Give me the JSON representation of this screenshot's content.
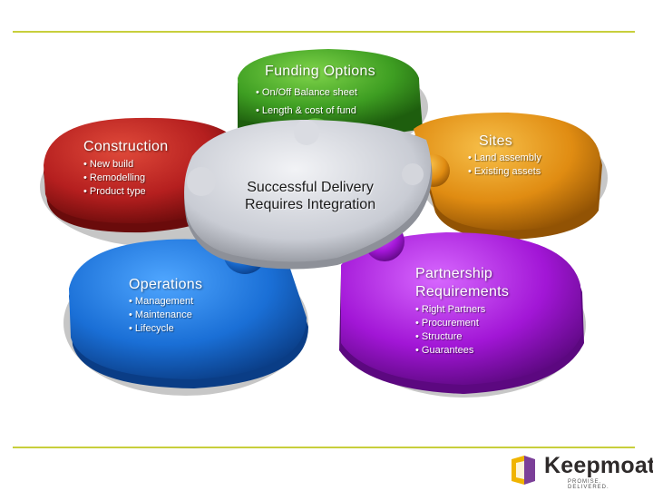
{
  "colors": {
    "rule": "#c8cf3c",
    "funding": "#3e9e22",
    "construction": "#b51f1f",
    "sites": "#e08c12",
    "operations": "#1a6fd6",
    "partnership": "#a216d6",
    "hub": "#c9ccd4"
  },
  "center": {
    "line1": "Successful Delivery",
    "line2": "Requires Integration"
  },
  "segments": {
    "funding": {
      "title": "Funding Options",
      "bullets": [
        "On/Off Balance sheet",
        "Length & cost of fund"
      ]
    },
    "construction": {
      "title": "Construction",
      "bullets": [
        "New build",
        "Remodelling",
        "Product type"
      ]
    },
    "sites": {
      "title": "Sites",
      "bullets": [
        "Land assembly",
        "Existing assets"
      ]
    },
    "operations": {
      "title": "Operations",
      "bullets": [
        "Management",
        "Maintenance",
        "Lifecycle"
      ]
    },
    "partnership": {
      "title_line1": "Partnership",
      "title_line2": "Requirements",
      "bullets": [
        "Right Partners",
        "Procurement",
        "Structure",
        "Guarantees"
      ]
    }
  },
  "logo": {
    "name": "Keepmoat",
    "reg": "®",
    "tagline": "PROMISE. DELIVERED."
  }
}
